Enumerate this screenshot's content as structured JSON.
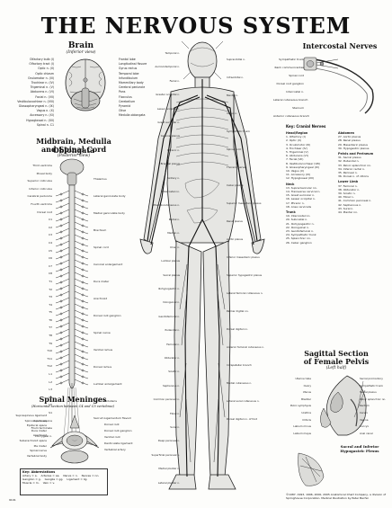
{
  "title": "THE NERVOUS SYSTEM",
  "panels": {
    "brain": {
      "title": "Brain",
      "subtitle": "(Inferior view)"
    },
    "midbrain": {
      "title": "Midbrain, Medulla Oblongata",
      "title2": "and Spinal Cord",
      "subtitle": "(Posterior view)"
    },
    "meninges": {
      "title": "Spinal Meninges",
      "subtitle": "(Horizontal section between C4 and C5 vertebrae)"
    },
    "intercostal": {
      "title": "Intercostal Nerves"
    },
    "pelvis": {
      "title": "Sagittal Section",
      "title2": "of Female Pelvis",
      "subtitle": "(Left half)"
    },
    "hypogastric": {
      "title": "Sacral and Inferior",
      "title2": "Hypogastric Plexus"
    }
  },
  "brain_labels_left": [
    "Olfactory bulb (I)",
    "Olfactory tract (I)",
    "Optic n. (II)",
    "Optic chiasm",
    "Oculomotor n. (III)",
    "Trochlear n. (IV)",
    "Trigeminal n. (V)",
    "Abducens n. (VI)",
    "Facial n. (VII)",
    "Vestibulocochlear n. (VIII)",
    "Glossopharyngeal n. (IX)",
    "Vagus n. (X)",
    "Accessory n. (XI)",
    "Hypoglossal n. (XII)",
    "Spinal n. C1"
  ],
  "brain_labels_right": [
    "Frontal lobe",
    "Longitudinal fissure",
    "Gyrus rectus",
    "Temporal lobe",
    "Infundibulum",
    "Mammillary body",
    "Cerebral peduncle",
    "Pons",
    "Flocculus",
    "Cerebellum",
    "Pyramid",
    "Olive",
    "Medulla oblongata"
  ],
  "spine_labels_left": [
    "Third ventricle",
    "Pineal body",
    "Superior colliculus",
    "Inferior colliculus",
    "Cerebral peduncle",
    "Fourth ventricle",
    "Dorsal root",
    "C1",
    "C2",
    "C3",
    "C4",
    "C5",
    "C6",
    "C7",
    "C8",
    "T1",
    "T2",
    "T3",
    "T4",
    "T5",
    "T6",
    "T7",
    "T8",
    "T9",
    "T10",
    "T11",
    "T12",
    "L1",
    "L2",
    "L3",
    "L4",
    "L5",
    "S1",
    "Cauda equina",
    "Filum terminale",
    "Coccygeal n."
  ],
  "spine_labels_right": [
    "Thalamus",
    "Lateral geniculate body",
    "Medial geniculate body",
    "Brachium",
    "Spinal cord",
    "Cervical enlargement",
    "Dura mater",
    "Arachnoid",
    "Dorsal root ganglion",
    "Spinal nerve",
    "Ventral ramus",
    "Dorsal ramus",
    "Lumbar enlargement",
    "Conus medullaris",
    "Sacrum"
  ],
  "intercostal_labels": [
    "Sympathetic trunk",
    "Rami communicantes",
    "Spinal cord",
    "Dorsal root ganglion",
    "Intercostal n.",
    "Lateral cutaneous branch",
    "Sternum",
    "Anterior cutaneous branch"
  ],
  "body_labels_left": [
    "Temporal n.",
    "Auriculotemporal n.",
    "Facial n.",
    "Greater occipital n.",
    "Lesser occipital n.",
    "Great auricular n.",
    "Cervical plexus",
    "Phrenic n.",
    "Brachial plexus",
    "Axillary n.",
    "Intercostal nn.",
    "Musculocutaneous n.",
    "Radial n.",
    "Median n.",
    "Ulnar n.",
    "Lumbar plexus",
    "Sacral plexus",
    "Iliohypogastric n.",
    "Ilioinguinal n.",
    "Genitofemoral n.",
    "Pudendal n.",
    "Femoral n.",
    "Obturator n.",
    "Sciatic n.",
    "Saphenous n.",
    "Common peroneal n.",
    "Tibial n.",
    "Sural n.",
    "Deep peroneal n.",
    "Superficial peroneal n.",
    "Medial plantar n.",
    "Lateral plantar n."
  ],
  "body_labels_right": [
    "Supraorbital n.",
    "Infraorbital n.",
    "Mental n.",
    "Vagus n.",
    "Sympathetic trunk",
    "Spinal cord",
    "Thoracic nerves",
    "Celiac plexus",
    "Superior mesenteric plexus",
    "Renal plexus",
    "Aortic plexus",
    "Inferior mesenteric plexus",
    "Superior hypogastric plexus",
    "Lateral femoral cutaneous n.",
    "Palmar digital nn.",
    "Dorsal digital nn.",
    "Anterior femoral cutaneous n.",
    "Infrapatellar branch",
    "Medial cutaneous n.",
    "Lateral sural cutaneous n.",
    "Dorsal digital nn. of foot"
  ],
  "key": {
    "header": "Key: Cranial Nerves",
    "col1_head": "Head/Region",
    "col1": [
      "1. Olfactory (I)",
      "2. Optic (II)",
      "3. Oculomotor (III)",
      "4. Trochlear (IV)",
      "5. Trigeminal (V)",
      "6. Abducens (VI)",
      "7. Facial (VII)",
      "8. Vestibulocochlear (VIII)",
      "9. Glossopharyngeal (IX)",
      "10. Vagus (X)",
      "11. Accessory (XI)",
      "12. Hypoglossal (XII)"
    ],
    "col1b_head": "Neck",
    "col1b": [
      "13. Supraclavicular nn.",
      "14. Transverse cervical n.",
      "15. Great auricular n.",
      "16. Lesser occipital n.",
      "17. Phrenic n.",
      "18. Ansa cervicalis"
    ],
    "col1c_head": "Trunk",
    "col1c": [
      "19. Intercostal nn.",
      "20. Subcostal n.",
      "21. Iliohypogastric n.",
      "22. Ilioinguinal n.",
      "23. Genitofemoral n.",
      "24. Sympathetic trunk",
      "25. Splanchnic nn.",
      "26. Celiac ganglion"
    ],
    "col2_head": "Abdomen",
    "col2": [
      "27. Aortic plexus",
      "28. Renal plexus",
      "29. Mesenteric plexus",
      "30. Hypogastric plexus"
    ],
    "col2b_head": "Pelvis and Perineum",
    "col2b": [
      "31. Sacral plexus",
      "32. Pudendal n.",
      "33. Pelvic splanchnic nn.",
      "34. Inferior rectal n.",
      "35. Perineal n.",
      "36. Dorsal n. of clitoris"
    ],
    "col2c_head": "Lower Limb",
    "col2c": [
      "37. Femoral n.",
      "38. Obturator n.",
      "39. Sciatic n.",
      "40. Tibial n.",
      "41. Common peroneal n.",
      "42. Saphenous n.",
      "43. Sural n.",
      "44. Plantar nn."
    ]
  },
  "pelvis_labels_left": [
    "Uterine tube",
    "Ovary",
    "Uterus",
    "Bladder",
    "Pubic symphysis",
    "Urethra",
    "Clitoris",
    "Labium minus",
    "Labium majus"
  ],
  "pelvis_labels_right": [
    "Sacral promontory",
    "Sympathetic trunk",
    "Sacral plexus",
    "Pelvic splanchnic nn.",
    "Rectum",
    "Cervix",
    "Vagina",
    "Coccyx",
    "Anal canal"
  ],
  "meninges_labels_left": [
    "Supraspinous ligament",
    "Spinous process",
    "Epidural space",
    "Dura mater",
    "Arachnoid",
    "Subarachnoid space",
    "Pia mater",
    "Spinal nerve",
    "Vertebral body"
  ],
  "meninges_labels_right": [
    "Ligamentum flavum",
    "Dorsal root",
    "Dorsal root ganglion",
    "Ventral root",
    "Denticulate ligament",
    "Vertebral artery"
  ],
  "abbreviations": {
    "header": "Key: Abbreviations",
    "items": [
      "Artery = a.",
      "Arteries = aa.",
      "Nerve = n.",
      "Nerves = nn.",
      "Ganglion = g.",
      "Ganglia = gg.",
      "Ligament = lig.",
      "Muscle = m.",
      "Vein = v."
    ]
  },
  "copyright": "©1987, 1993, 1996, 2000, 2005 Anatomical Chart Company, a division of Springhouse Corporation. Medical Illustration by Peter Bachin",
  "code": "9101"
}
